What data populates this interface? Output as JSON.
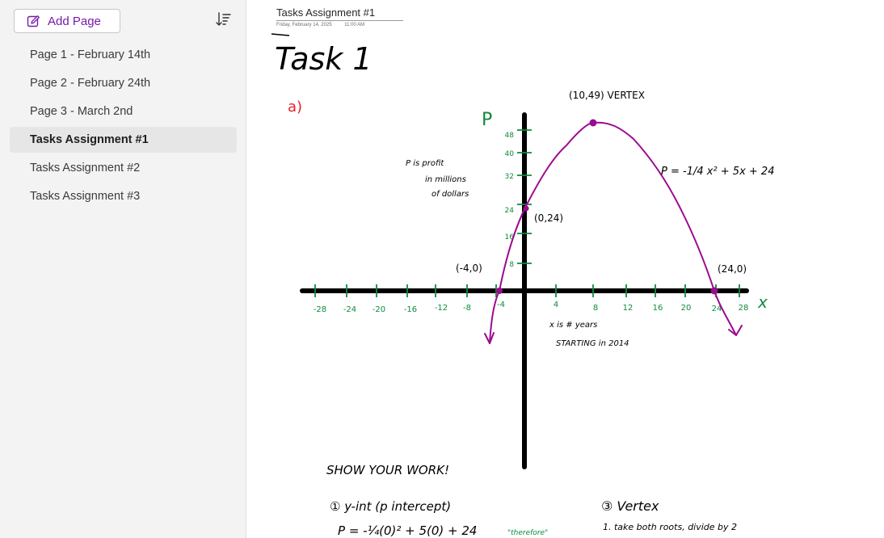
{
  "sidebar": {
    "add_page_label": "Add Page",
    "pages": [
      {
        "label": "Page 1 - February 14th",
        "active": false
      },
      {
        "label": "Page 2 - February 24th",
        "active": false
      },
      {
        "label": "Page 3 - March 2nd",
        "active": false
      },
      {
        "label": "Tasks Assignment #1",
        "active": true
      },
      {
        "label": "Tasks Assignment #2",
        "active": false
      },
      {
        "label": "Tasks Assignment #3",
        "active": false
      }
    ],
    "icons": {
      "add_page": "new-page-icon",
      "sort": "sort-icon"
    }
  },
  "page": {
    "title": "Tasks Assignment #1",
    "date": "Friday, February 14, 2025",
    "time": "11:00 AM"
  },
  "ink": {
    "heading": "Task 1",
    "part_label": "a)",
    "p_axis_label": "P",
    "x_axis_label": "x",
    "vertex_label": "(10,49) VERTEX",
    "equation": "P = -1/4 x² + 5x + 24",
    "p_note": [
      "P is profit",
      "in millions",
      "of dollars"
    ],
    "x_note": [
      "x is # years",
      "STARTING in 2014"
    ],
    "y_intercept_label": "(0,24)",
    "root_left_label": "(-4,0)",
    "root_right_label": "(24,0)",
    "x_ticks": [
      "-28",
      "-24",
      "-20",
      "-16",
      "-12",
      "-8",
      "-4",
      "4",
      "8",
      "12",
      "16",
      "20",
      "24",
      "28"
    ],
    "p_ticks": [
      "48",
      "40",
      "32",
      "24",
      "16",
      "8"
    ],
    "show_work": "SHOW YOUR WORK!",
    "step1": "① y-int (p intercept)",
    "step1_eq": "P = -¼(0)² + 5(0) + 24",
    "therefore": "\"therefore\"",
    "step3": "③ Vertex",
    "step3_note": "1. take both roots, divide by 2",
    "colors": {
      "ink": "#000000",
      "graph": "#9c0a8f",
      "ticks": "#0f8a3c",
      "part": "#e8202a",
      "accent": "#7719aa"
    }
  }
}
